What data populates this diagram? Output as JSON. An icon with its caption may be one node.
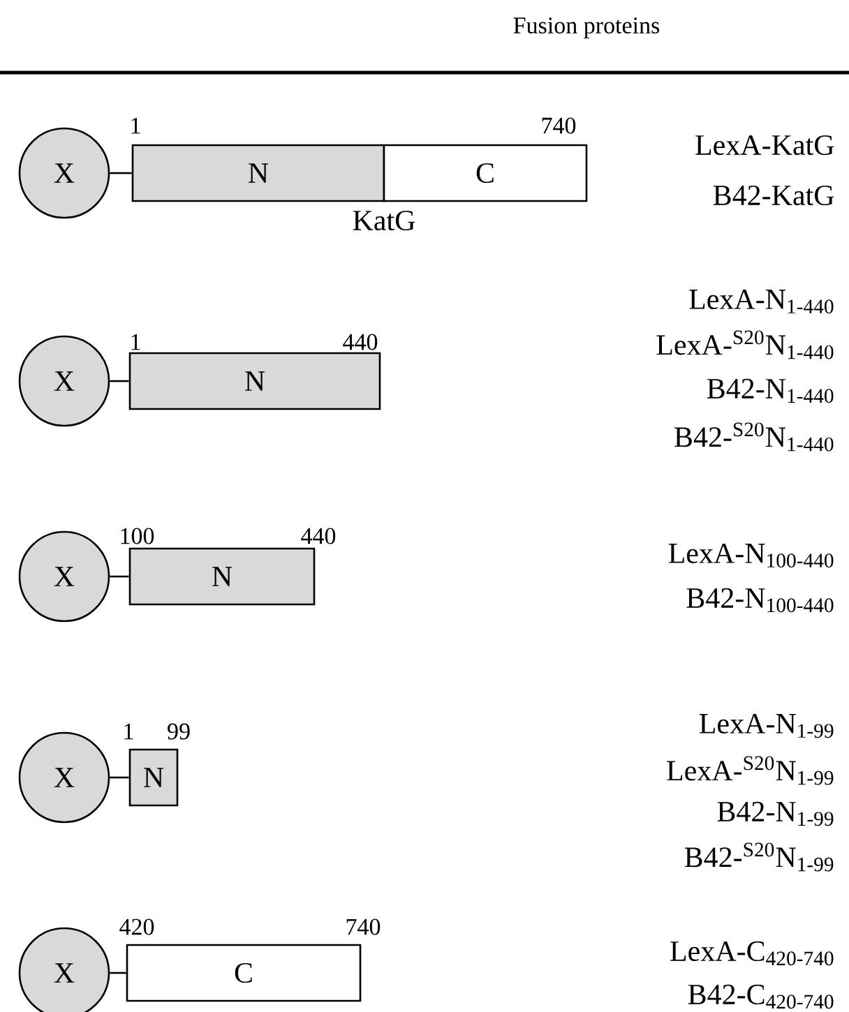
{
  "diagram": {
    "title": "Fusion proteins",
    "nodes": [
      {
        "text": [
          "X"
        ]
      },
      {
        "text": [
          "N"
        ]
      },
      {
        "text": [
          "C"
        ]
      },
      {
        "text": [
          "X"
        ]
      },
      {
        "text": [
          "N"
        ]
      },
      {
        "text": [
          "X"
        ]
      },
      {
        "text": [
          "N"
        ]
      },
      {
        "text": [
          "X"
        ]
      },
      {
        "text": [
          "N"
        ]
      },
      {
        "text": [
          "X"
        ]
      },
      {
        "text": [
          "C"
        ]
      }
    ],
    "edges": [
      {
        "from": 0,
        "to": 1,
        "arrow": "none"
      },
      {
        "from": 3,
        "to": 4,
        "arrow": "none"
      },
      {
        "from": 5,
        "to": 6,
        "arrow": "none"
      },
      {
        "from": 7,
        "to": 8,
        "arrow": "none"
      },
      {
        "from": 9,
        "to": 10,
        "arrow": "none"
      }
    ],
    "labels": [
      "1",
      "740",
      "LexA-KatG",
      "B42-KatG",
      "KatG",
      "LexA-N$_{1-440}$",
      "1",
      "440",
      "LexA-$^{S20}$N$_{1-440}$",
      "B42-N$_{1-440}$",
      "B42-$^{S20}$N$_{1-440}$",
      "100",
      "440",
      "LexA-N$_{100-440}$",
      "B42-N$_{100-440}$",
      "LexA-N$_{1-99}$",
      "1",
      "99",
      "LexA-$^{S20}$N$_{1-99}$",
      "B42-N$_{1-99}$",
      "B42-$^{S20}$N$_{1-99}$",
      "420",
      "740",
      "LexA-C$_{420-740}$",
      "B42-C$_{420-740}$"
    ]
  }
}
